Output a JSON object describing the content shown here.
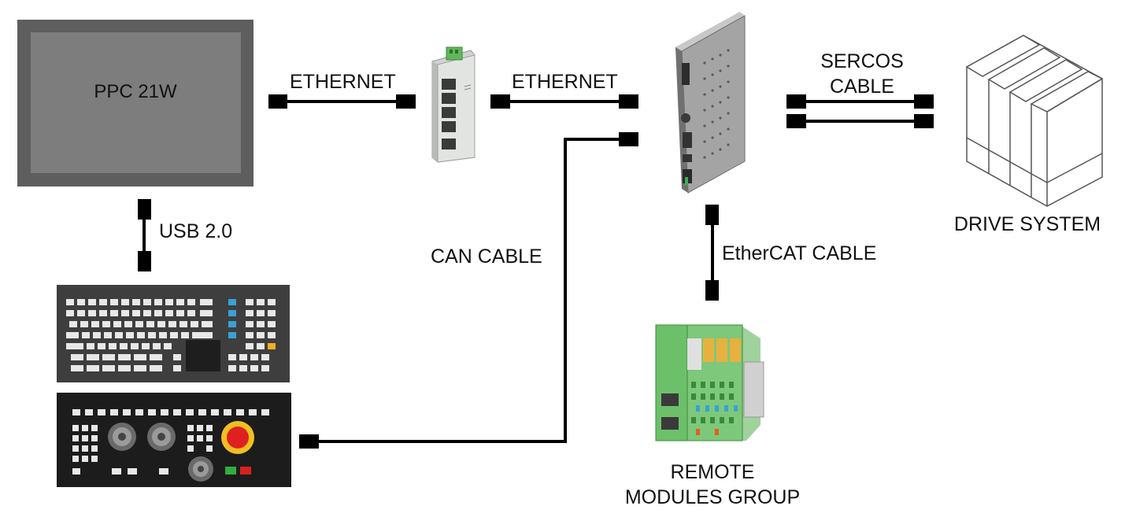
{
  "devices": {
    "panel_pc": {
      "label": "PPC 21W"
    },
    "ethernet_switch": {
      "icon": "network-switch-icon"
    },
    "controller": {
      "icon": "industrial-controller-icon"
    },
    "drive_system": {
      "label": "DRIVE SYSTEM",
      "icon": "servo-drive-rack-icon"
    },
    "remote_modules": {
      "label_line1": "REMOTE",
      "label_line2": "MODULES GROUP",
      "icon": "io-modules-icon"
    },
    "keyboard": {
      "icon": "keyboard-icon"
    },
    "operator_panel": {
      "icon": "machine-operator-panel-icon"
    }
  },
  "cables": {
    "ethernet_1": "ETHERNET",
    "ethernet_2": "ETHERNET",
    "sercos_line1": "SERCOS",
    "sercos_line2": "CABLE",
    "usb": "USB 2.0",
    "can": "CAN CABLE",
    "ethercat": "EtherCAT CABLE"
  },
  "colors": {
    "panel_frame": "#5e5e5e",
    "panel_screen": "#7d7d7d",
    "cable": "#000000",
    "switch_body": "#d9dbd9",
    "switch_terminal": "#5fb85a",
    "controller_body": "#9a9a9a",
    "module_green": "#6cc06a",
    "emergency_stop": "#e02020"
  }
}
